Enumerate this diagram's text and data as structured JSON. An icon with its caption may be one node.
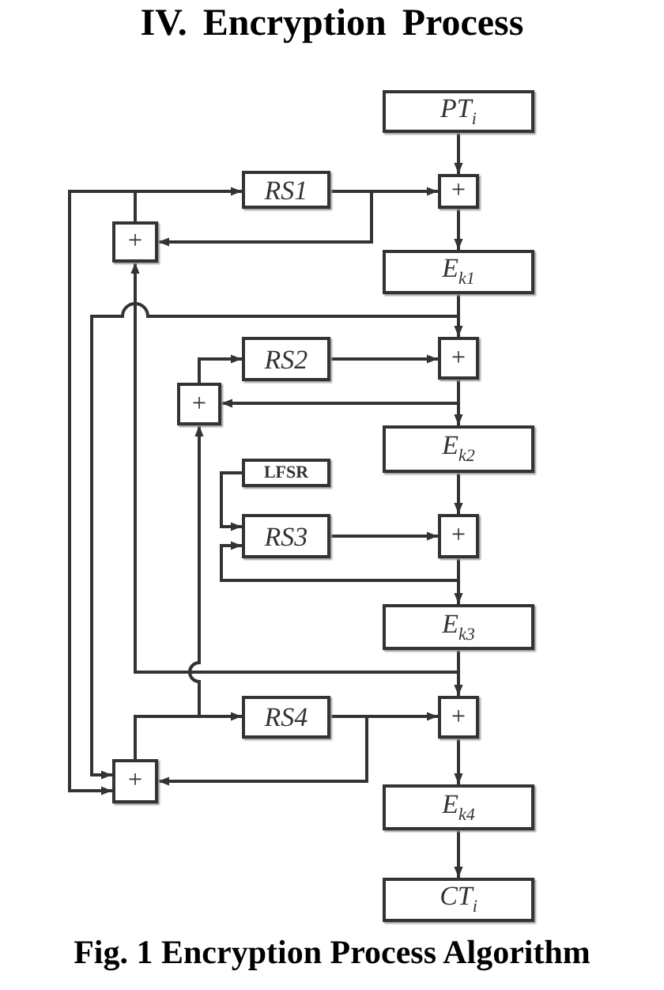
{
  "diagram": {
    "title": "IV. Encryption Process",
    "caption": "Fig. 1 Encryption Process Algorithm",
    "nodes": [
      {
        "text": [
          "PT$_{i}$"
        ]
      },
      {
        "text": [
          "+"
        ]
      },
      {
        "text": [
          "RS1"
        ]
      },
      {
        "text": [
          "+"
        ]
      },
      {
        "text": [
          "E$_{k1}$"
        ]
      },
      {
        "text": [
          "+"
        ]
      },
      {
        "text": [
          "RS2"
        ]
      },
      {
        "text": [
          "+"
        ]
      },
      {
        "text": [
          "E$_{k2}$"
        ]
      },
      {
        "text": [
          "LFSR"
        ]
      },
      {
        "text": [
          "RS3"
        ]
      },
      {
        "text": [
          "+"
        ]
      },
      {
        "text": [
          "E$_{k3}$"
        ]
      },
      {
        "text": [
          "+"
        ]
      },
      {
        "text": [
          "RS4"
        ]
      },
      {
        "text": [
          "+"
        ]
      },
      {
        "text": [
          "E$_{k4}$"
        ]
      },
      {
        "text": [
          "CT$_{i}$"
        ]
      }
    ],
    "edges": [
      {
        "from": 0,
        "to": 1,
        "arrow": "to"
      },
      {
        "from": 1,
        "to": 4,
        "arrow": "to"
      },
      {
        "from": 4,
        "to": 5,
        "arrow": "to"
      },
      {
        "from": 5,
        "to": 8,
        "arrow": "to"
      },
      {
        "from": 8,
        "to": 11,
        "arrow": "to"
      },
      {
        "from": 11,
        "to": 12,
        "arrow": "to"
      },
      {
        "from": 12,
        "to": 13,
        "arrow": "to"
      },
      {
        "from": 13,
        "to": 16,
        "arrow": "to"
      },
      {
        "from": 16,
        "to": 17,
        "arrow": "to"
      },
      {
        "from": 2,
        "to": 1,
        "arrow": "to"
      },
      {
        "from": 2,
        "to": 3,
        "arrow": "to"
      },
      {
        "from": 3,
        "to": 2,
        "arrow": "to"
      },
      {
        "from": 3,
        "to": 15,
        "arrow": "to"
      },
      {
        "from": 12,
        "to": 3,
        "arrow": "to"
      },
      {
        "from": 4,
        "to": 15,
        "arrow": "to"
      },
      {
        "from": 6,
        "to": 5,
        "arrow": "to"
      },
      {
        "from": 5,
        "to": 7,
        "arrow": "to"
      },
      {
        "from": 7,
        "to": 6,
        "arrow": "to"
      },
      {
        "from": 15,
        "to": 7,
        "arrow": "to"
      },
      {
        "from": 9,
        "to": 10,
        "arrow": "to"
      },
      {
        "from": 10,
        "to": 11,
        "arrow": "to"
      },
      {
        "from": 11,
        "to": 10,
        "arrow": "to"
      },
      {
        "from": 15,
        "to": 14,
        "arrow": "to"
      },
      {
        "from": 14,
        "to": 13,
        "arrow": "to"
      },
      {
        "from": 14,
        "to": 15,
        "arrow": "to"
      }
    ]
  }
}
